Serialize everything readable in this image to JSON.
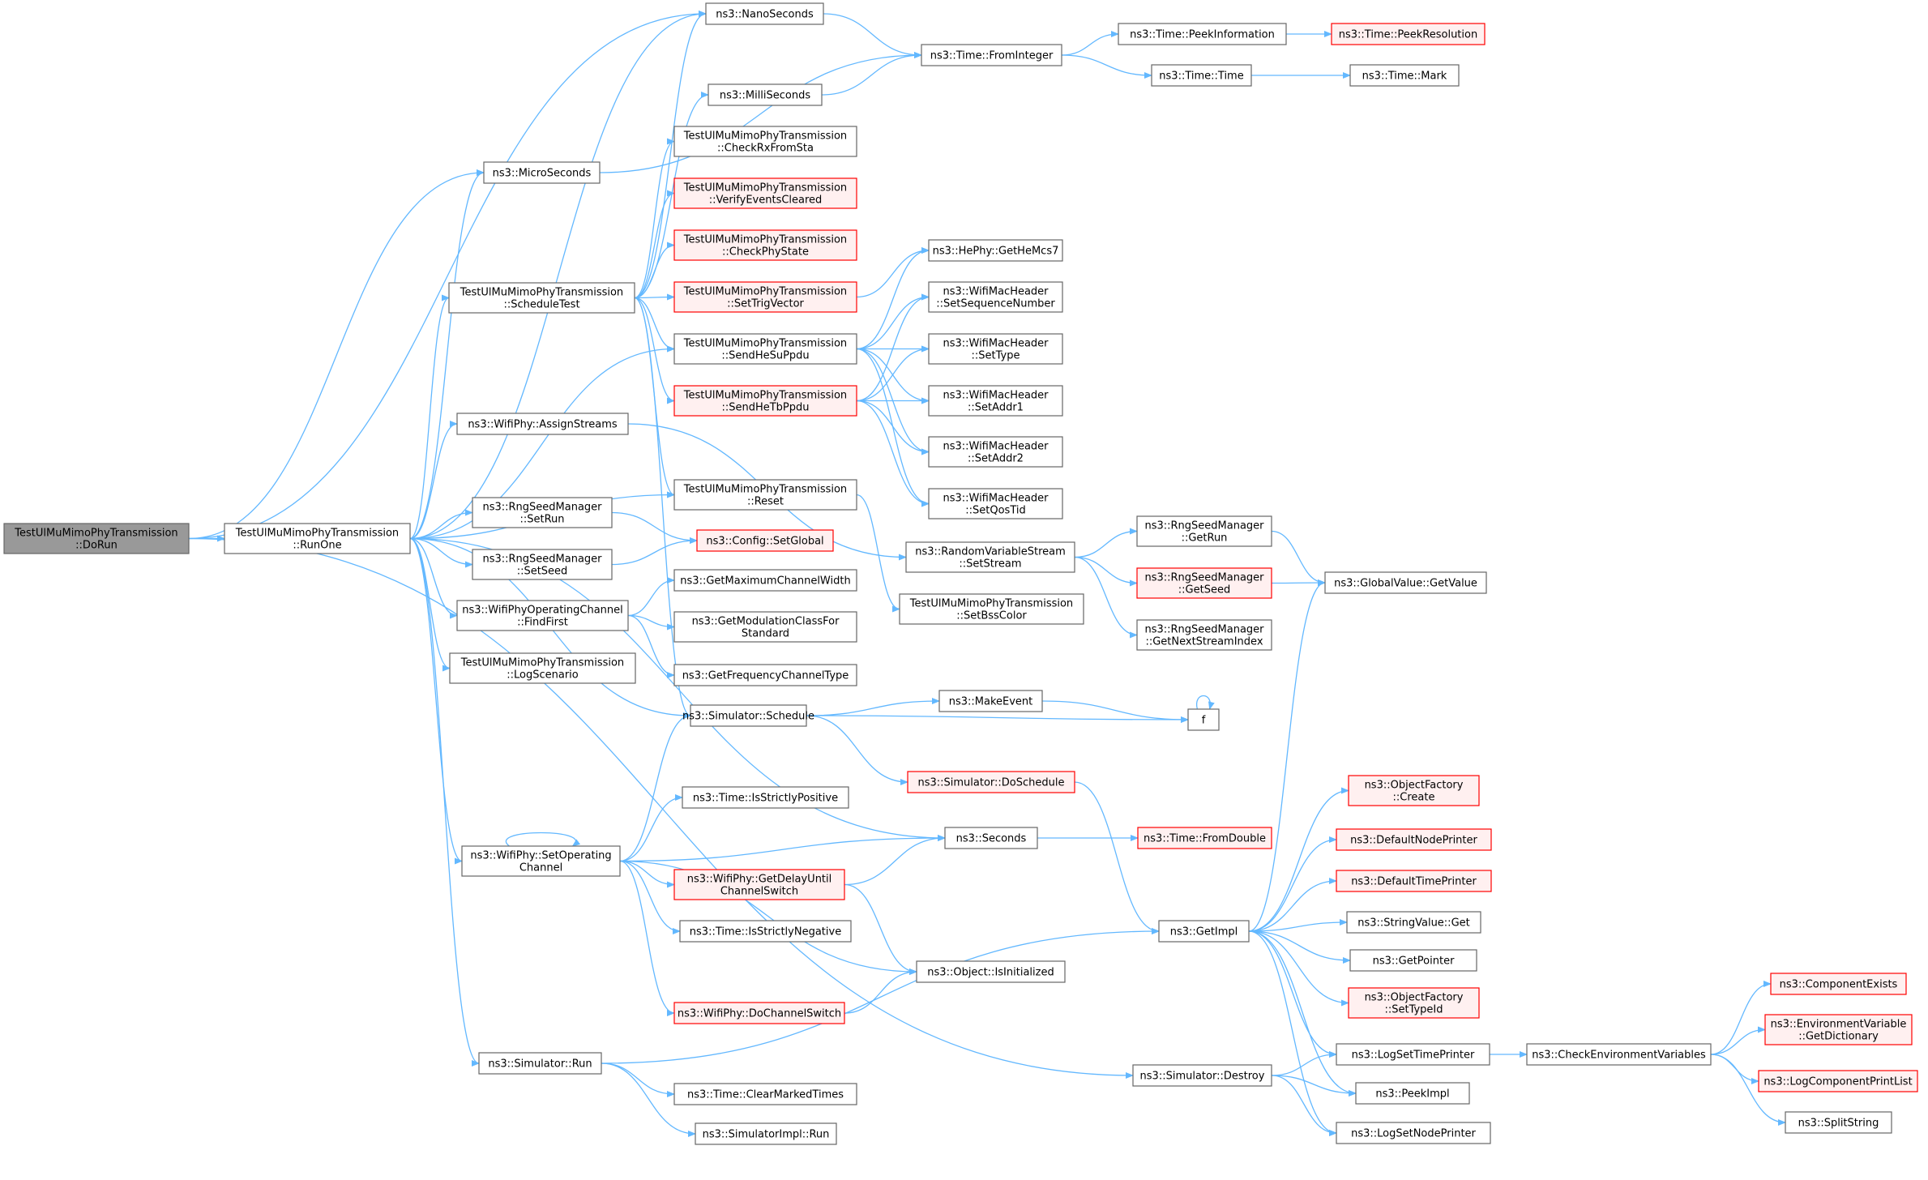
{
  "graph": {
    "type": "call-graph",
    "root": "TestUlMuMimoPhyTransmission::DoRun",
    "colors": {
      "edge": "#63b8ff",
      "node_border": "#666666",
      "root_fill": "#999999",
      "highlight_border": "#ff0000",
      "highlight_fill": "#fff0f0"
    },
    "nodes": [
      {
        "id": "dorun",
        "lines": [
          "TestUlMuMimoPhyTransmission",
          "::DoRun"
        ],
        "style": "root"
      },
      {
        "id": "runone",
        "lines": [
          "TestUlMuMimoPhyTransmission",
          "::RunOne"
        ],
        "style": "normal"
      },
      {
        "id": "nano",
        "lines": [
          "ns3::NanoSeconds"
        ],
        "style": "normal"
      },
      {
        "id": "micro",
        "lines": [
          "ns3::MicroSeconds"
        ],
        "style": "normal"
      },
      {
        "id": "milli",
        "lines": [
          "ns3::MilliSeconds"
        ],
        "style": "normal"
      },
      {
        "id": "fromint",
        "lines": [
          "ns3::Time::FromInteger"
        ],
        "style": "normal"
      },
      {
        "id": "peekinfo",
        "lines": [
          "ns3::Time::PeekInformation"
        ],
        "style": "normal"
      },
      {
        "id": "peekres",
        "lines": [
          "ns3::Time::PeekResolution"
        ],
        "style": "red"
      },
      {
        "id": "timetime",
        "lines": [
          "ns3::Time::Time"
        ],
        "style": "normal"
      },
      {
        "id": "timemark",
        "lines": [
          "ns3::Time::Mark"
        ],
        "style": "normal"
      },
      {
        "id": "checkrx",
        "lines": [
          "TestUlMuMimoPhyTransmission",
          "::CheckRxFromSta"
        ],
        "style": "normal"
      },
      {
        "id": "verify",
        "lines": [
          "TestUlMuMimoPhyTransmission",
          "::VerifyEventsCleared"
        ],
        "style": "red"
      },
      {
        "id": "checkphy",
        "lines": [
          "TestUlMuMimoPhyTransmission",
          "::CheckPhyState"
        ],
        "style": "red"
      },
      {
        "id": "settrig",
        "lines": [
          "TestUlMuMimoPhyTransmission",
          "::SetTrigVector"
        ],
        "style": "red"
      },
      {
        "id": "sched",
        "lines": [
          "TestUlMuMimoPhyTransmission",
          "::ScheduleTest"
        ],
        "style": "normal"
      },
      {
        "id": "sendsu",
        "lines": [
          "TestUlMuMimoPhyTransmission",
          "::SendHeSuPpdu"
        ],
        "style": "normal"
      },
      {
        "id": "sendtb",
        "lines": [
          "TestUlMuMimoPhyTransmission",
          "::SendHeTbPpdu"
        ],
        "style": "red"
      },
      {
        "id": "gethemcs",
        "lines": [
          "ns3::HePhy::GetHeMcs7"
        ],
        "style": "normal"
      },
      {
        "id": "setseq",
        "lines": [
          "ns3::WifiMacHeader",
          "::SetSequenceNumber"
        ],
        "style": "normal"
      },
      {
        "id": "settype",
        "lines": [
          "ns3::WifiMacHeader",
          "::SetType"
        ],
        "style": "normal"
      },
      {
        "id": "setaddr1",
        "lines": [
          "ns3::WifiMacHeader",
          "::SetAddr1"
        ],
        "style": "normal"
      },
      {
        "id": "setaddr2",
        "lines": [
          "ns3::WifiMacHeader",
          "::SetAddr2"
        ],
        "style": "normal"
      },
      {
        "id": "setqos",
        "lines": [
          "ns3::WifiMacHeader",
          "::SetQosTid"
        ],
        "style": "normal"
      },
      {
        "id": "assign",
        "lines": [
          "ns3::WifiPhy::AssignStreams"
        ],
        "style": "normal"
      },
      {
        "id": "reset",
        "lines": [
          "TestUlMuMimoPhyTransmission",
          "::Reset"
        ],
        "style": "normal"
      },
      {
        "id": "setrun",
        "lines": [
          "ns3::RngSeedManager",
          "::SetRun"
        ],
        "style": "normal"
      },
      {
        "id": "setglobal",
        "lines": [
          "ns3::Config::SetGlobal"
        ],
        "style": "red"
      },
      {
        "id": "setseed",
        "lines": [
          "ns3::RngSeedManager",
          "::SetSeed"
        ],
        "style": "normal"
      },
      {
        "id": "setstream",
        "lines": [
          "ns3::RandomVariableStream",
          "::SetStream"
        ],
        "style": "normal"
      },
      {
        "id": "getrun",
        "lines": [
          "ns3::RngSeedManager",
          "::GetRun"
        ],
        "style": "normal"
      },
      {
        "id": "getseed",
        "lines": [
          "ns3::RngSeedManager",
          "::GetSeed"
        ],
        "style": "red"
      },
      {
        "id": "getnext",
        "lines": [
          "ns3::RngSeedManager",
          "::GetNextStreamIndex"
        ],
        "style": "normal"
      },
      {
        "id": "globalget",
        "lines": [
          "ns3::GlobalValue::GetValue"
        ],
        "style": "normal"
      },
      {
        "id": "findfirst",
        "lines": [
          "ns3::WifiPhyOperatingChannel",
          "::FindFirst"
        ],
        "style": "normal"
      },
      {
        "id": "getmaxcw",
        "lines": [
          "ns3::GetMaximumChannelWidth"
        ],
        "style": "normal"
      },
      {
        "id": "getmodclass",
        "lines": [
          "ns3::GetModulationClassFor",
          "Standard"
        ],
        "style": "normal"
      },
      {
        "id": "getfreq",
        "lines": [
          "ns3::GetFrequencyChannelType"
        ],
        "style": "normal"
      },
      {
        "id": "setbss",
        "lines": [
          "TestUlMuMimoPhyTransmission",
          "::SetBssColor"
        ],
        "style": "normal"
      },
      {
        "id": "logscen",
        "lines": [
          "TestUlMuMimoPhyTransmission",
          "::LogScenario"
        ],
        "style": "normal"
      },
      {
        "id": "simsched",
        "lines": [
          "ns3::Simulator::Schedule"
        ],
        "style": "normal"
      },
      {
        "id": "makeevent",
        "lines": [
          "ns3::MakeEvent"
        ],
        "style": "normal"
      },
      {
        "id": "f",
        "lines": [
          "f"
        ],
        "style": "normal"
      },
      {
        "id": "dosched",
        "lines": [
          "ns3::Simulator::DoSchedule"
        ],
        "style": "red"
      },
      {
        "id": "setop",
        "lines": [
          "ns3::WifiPhy::SetOperating",
          "Channel"
        ],
        "style": "normal"
      },
      {
        "id": "strictpos",
        "lines": [
          "ns3::Time::IsStrictlyPositive"
        ],
        "style": "normal"
      },
      {
        "id": "seconds",
        "lines": [
          "ns3::Seconds"
        ],
        "style": "normal"
      },
      {
        "id": "fromdouble",
        "lines": [
          "ns3::Time::FromDouble"
        ],
        "style": "red"
      },
      {
        "id": "getdelay",
        "lines": [
          "ns3::WifiPhy::GetDelayUntil",
          "ChannelSwitch"
        ],
        "style": "red"
      },
      {
        "id": "strictneg",
        "lines": [
          "ns3::Time::IsStrictlyNegative"
        ],
        "style": "normal"
      },
      {
        "id": "isinit",
        "lines": [
          "ns3::Object::IsInitialized"
        ],
        "style": "normal"
      },
      {
        "id": "dochswitch",
        "lines": [
          "ns3::WifiPhy::DoChannelSwitch"
        ],
        "style": "red"
      },
      {
        "id": "getimpl",
        "lines": [
          "ns3::GetImpl"
        ],
        "style": "normal"
      },
      {
        "id": "objcreate",
        "lines": [
          "ns3::ObjectFactory",
          "::Create"
        ],
        "style": "red"
      },
      {
        "id": "defnode",
        "lines": [
          "ns3::DefaultNodePrinter"
        ],
        "style": "red"
      },
      {
        "id": "deftime",
        "lines": [
          "ns3::DefaultTimePrinter"
        ],
        "style": "red"
      },
      {
        "id": "strget",
        "lines": [
          "ns3::StringValue::Get"
        ],
        "style": "normal"
      },
      {
        "id": "getptr",
        "lines": [
          "ns3::GetPointer"
        ],
        "style": "normal"
      },
      {
        "id": "settypeid",
        "lines": [
          "ns3::ObjectFactory",
          "::SetTypeId"
        ],
        "style": "red"
      },
      {
        "id": "logsettime",
        "lines": [
          "ns3::LogSetTimePrinter"
        ],
        "style": "normal"
      },
      {
        "id": "checkenv",
        "lines": [
          "ns3::CheckEnvironmentVariables"
        ],
        "style": "normal"
      },
      {
        "id": "compexists",
        "lines": [
          "ns3::ComponentExists"
        ],
        "style": "red"
      },
      {
        "id": "envdict",
        "lines": [
          "ns3::EnvironmentVariable",
          "::GetDictionary"
        ],
        "style": "red"
      },
      {
        "id": "logcomp",
        "lines": [
          "ns3::LogComponentPrintList"
        ],
        "style": "red"
      },
      {
        "id": "splitstr",
        "lines": [
          "ns3::SplitString"
        ],
        "style": "normal"
      },
      {
        "id": "peekimpl",
        "lines": [
          "ns3::PeekImpl"
        ],
        "style": "normal"
      },
      {
        "id": "logsetnode",
        "lines": [
          "ns3::LogSetNodePrinter"
        ],
        "style": "normal"
      },
      {
        "id": "simrun",
        "lines": [
          "ns3::Simulator::Run"
        ],
        "style": "normal"
      },
      {
        "id": "clearmarked",
        "lines": [
          "ns3::Time::ClearMarkedTimes"
        ],
        "style": "normal"
      },
      {
        "id": "simimplrun",
        "lines": [
          "ns3::SimulatorImpl::Run"
        ],
        "style": "normal"
      },
      {
        "id": "simdestroy",
        "lines": [
          "ns3::Simulator::Destroy"
        ],
        "style": "normal"
      }
    ],
    "edges": [
      [
        "dorun",
        "runone"
      ],
      [
        "dorun",
        "nano"
      ],
      [
        "dorun",
        "micro"
      ],
      [
        "dorun",
        "simdestroy"
      ],
      [
        "runone",
        "nano"
      ],
      [
        "runone",
        "micro"
      ],
      [
        "runone",
        "sched"
      ],
      [
        "runone",
        "sendsu"
      ],
      [
        "runone",
        "assign"
      ],
      [
        "runone",
        "reset"
      ],
      [
        "runone",
        "setrun"
      ],
      [
        "runone",
        "setseed"
      ],
      [
        "runone",
        "findfirst"
      ],
      [
        "runone",
        "logscen"
      ],
      [
        "runone",
        "simsched"
      ],
      [
        "runone",
        "seconds"
      ],
      [
        "runone",
        "setop"
      ],
      [
        "runone",
        "simrun"
      ],
      [
        "nano",
        "fromint"
      ],
      [
        "micro",
        "fromint"
      ],
      [
        "milli",
        "fromint"
      ],
      [
        "fromint",
        "peekinfo"
      ],
      [
        "fromint",
        "timetime"
      ],
      [
        "peekinfo",
        "peekres"
      ],
      [
        "timetime",
        "timemark"
      ],
      [
        "sched",
        "nano"
      ],
      [
        "sched",
        "milli"
      ],
      [
        "sched",
        "checkrx"
      ],
      [
        "sched",
        "verify"
      ],
      [
        "sched",
        "checkphy"
      ],
      [
        "sched",
        "settrig"
      ],
      [
        "sched",
        "sendsu"
      ],
      [
        "sched",
        "sendtb"
      ],
      [
        "sched",
        "reset"
      ],
      [
        "sched",
        "simsched"
      ],
      [
        "settrig",
        "gethemcs"
      ],
      [
        "sendsu",
        "gethemcs"
      ],
      [
        "sendsu",
        "setseq"
      ],
      [
        "sendsu",
        "settype"
      ],
      [
        "sendsu",
        "setaddr1"
      ],
      [
        "sendsu",
        "setaddr2"
      ],
      [
        "sendsu",
        "setqos"
      ],
      [
        "sendtb",
        "setseq"
      ],
      [
        "sendtb",
        "settype"
      ],
      [
        "sendtb",
        "setaddr1"
      ],
      [
        "sendtb",
        "setaddr2"
      ],
      [
        "sendtb",
        "setqos"
      ],
      [
        "assign",
        "setstream"
      ],
      [
        "reset",
        "setbss"
      ],
      [
        "setrun",
        "setglobal"
      ],
      [
        "setseed",
        "setglobal"
      ],
      [
        "setstream",
        "getrun"
      ],
      [
        "setstream",
        "getseed"
      ],
      [
        "setstream",
        "getnext"
      ],
      [
        "getrun",
        "globalget"
      ],
      [
        "getseed",
        "globalget"
      ],
      [
        "findfirst",
        "getmaxcw"
      ],
      [
        "findfirst",
        "getmodclass"
      ],
      [
        "findfirst",
        "getfreq"
      ],
      [
        "simsched",
        "makeevent"
      ],
      [
        "simsched",
        "f"
      ],
      [
        "simsched",
        "dosched"
      ],
      [
        "makeevent",
        "f"
      ],
      [
        "f",
        "f"
      ],
      [
        "dosched",
        "getimpl"
      ],
      [
        "setop",
        "setop"
      ],
      [
        "setop",
        "simsched"
      ],
      [
        "setop",
        "strictpos"
      ],
      [
        "setop",
        "seconds"
      ],
      [
        "setop",
        "getdelay"
      ],
      [
        "setop",
        "strictneg"
      ],
      [
        "setop",
        "isinit"
      ],
      [
        "setop",
        "dochswitch"
      ],
      [
        "seconds",
        "fromdouble"
      ],
      [
        "getdelay",
        "seconds"
      ],
      [
        "getdelay",
        "isinit"
      ],
      [
        "dochswitch",
        "isinit"
      ],
      [
        "getimpl",
        "globalget"
      ],
      [
        "getimpl",
        "objcreate"
      ],
      [
        "getimpl",
        "defnode"
      ],
      [
        "getimpl",
        "deftime"
      ],
      [
        "getimpl",
        "strget"
      ],
      [
        "getimpl",
        "getptr"
      ],
      [
        "getimpl",
        "settypeid"
      ],
      [
        "getimpl",
        "logsettime"
      ],
      [
        "getimpl",
        "peekimpl"
      ],
      [
        "getimpl",
        "logsetnode"
      ],
      [
        "logsettime",
        "checkenv"
      ],
      [
        "checkenv",
        "compexists"
      ],
      [
        "checkenv",
        "envdict"
      ],
      [
        "checkenv",
        "logcomp"
      ],
      [
        "checkenv",
        "splitstr"
      ],
      [
        "simrun",
        "getimpl"
      ],
      [
        "simrun",
        "clearmarked"
      ],
      [
        "simrun",
        "simimplrun"
      ],
      [
        "simdestroy",
        "logsettime"
      ],
      [
        "simdestroy",
        "peekimpl"
      ],
      [
        "simdestroy",
        "logsetnode"
      ]
    ]
  }
}
